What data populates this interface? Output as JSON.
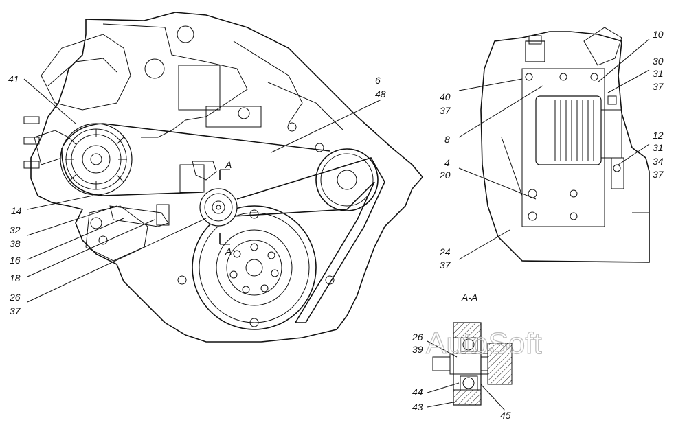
{
  "watermark": "AutoSoft",
  "section_title": "A-A",
  "section_mark": "A",
  "callouts_main": {
    "c41": "41",
    "c6": "6",
    "c48": "48",
    "c14": "14",
    "c32": "32",
    "c38": "38",
    "c16": "16",
    "c18": "18",
    "c26": "26",
    "c37": "37"
  },
  "callouts_side": {
    "c10": "10",
    "c30": "30",
    "c31": "31",
    "c37a": "37",
    "c40": "40",
    "c37b": "37",
    "c8": "8",
    "c12": "12",
    "c31b": "31",
    "c34": "34",
    "c37c": "37",
    "c4": "4",
    "c20": "20",
    "c24": "24",
    "c37d": "37"
  },
  "callouts_section": {
    "c26": "26",
    "c39": "39",
    "c44": "44",
    "c43": "43",
    "c45": "45"
  }
}
